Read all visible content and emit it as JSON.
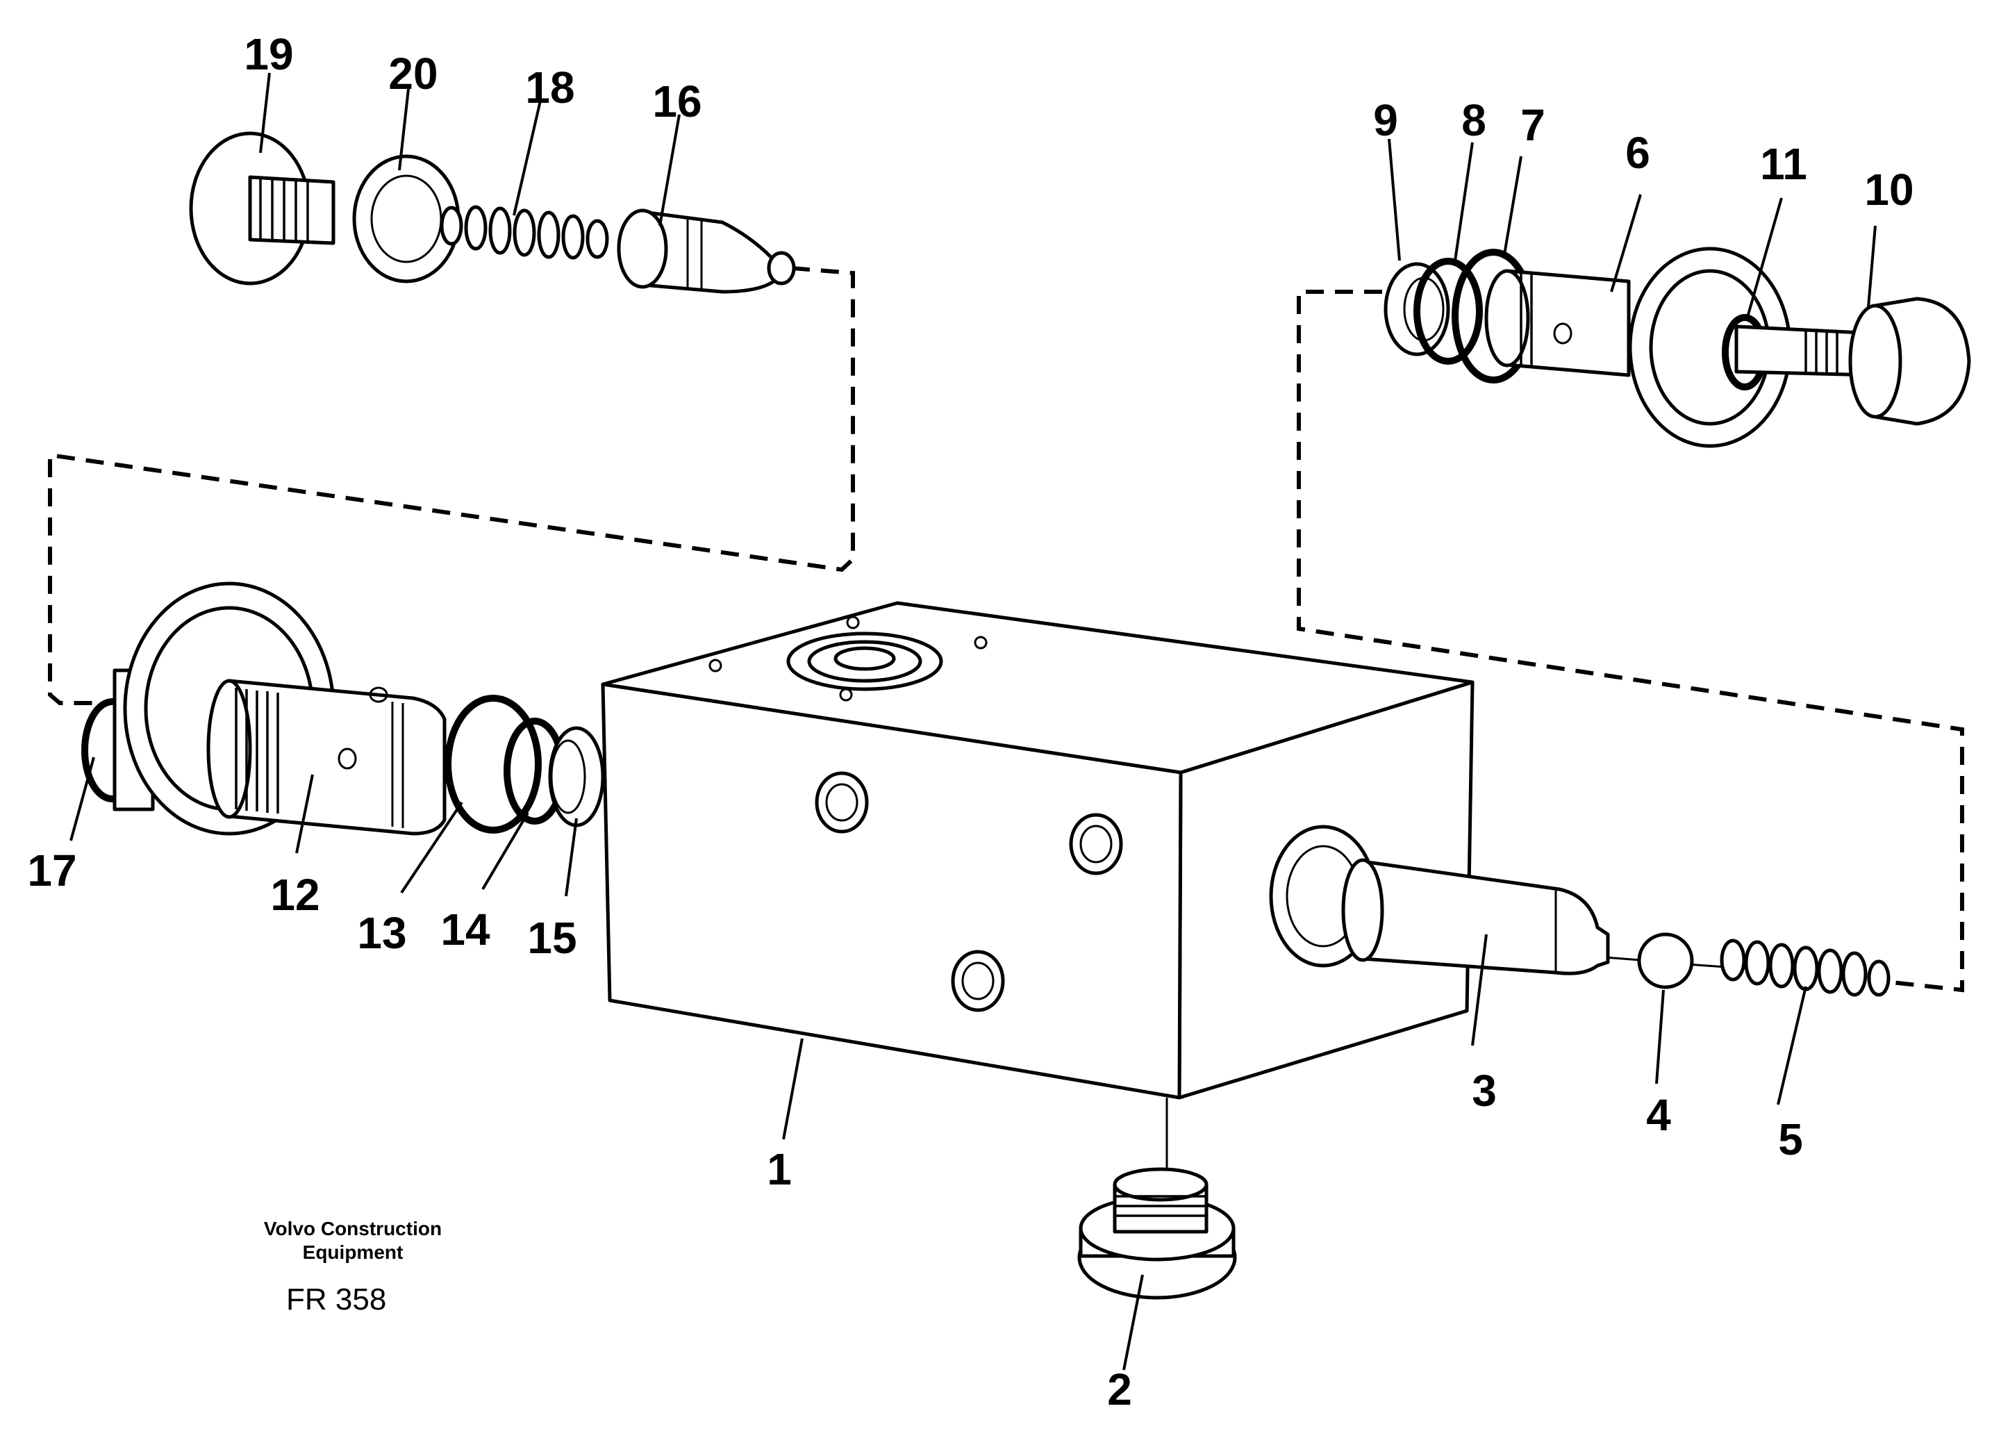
{
  "diagram": {
    "callouts": [
      "1",
      "2",
      "3",
      "4",
      "5",
      "6",
      "7",
      "8",
      "9",
      "10",
      "11",
      "12",
      "13",
      "14",
      "15",
      "16",
      "17",
      "18",
      "19",
      "20"
    ],
    "caption_line1": "Volvo Construction",
    "caption_line2": "Equipment",
    "figure_code": "FR 358"
  }
}
